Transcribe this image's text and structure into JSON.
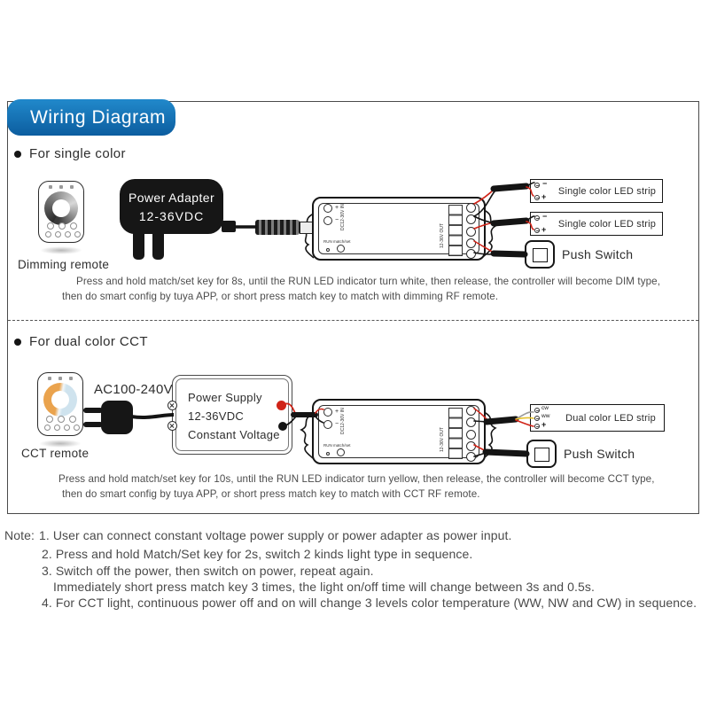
{
  "banner": {
    "title": "Wiring Diagram"
  },
  "single": {
    "heading": "For single color",
    "remote_label": "Dimming remote",
    "adapter": {
      "line1": "Power Adapter",
      "line2": "12-36VDC"
    },
    "strip_label": "Single color LED strip",
    "strip_terminals": {
      "minus": "−",
      "plus": "+"
    },
    "push_label": "Push Switch",
    "desc1": "Press and hold match/set key for 8s, until the RUN LED indicator turn white, then release, the controller will become DIM type,",
    "desc2": "then do smart config by tuya APP, or short press match key to match with dimming RF remote."
  },
  "cct": {
    "heading": "For dual color CCT",
    "remote_label": "CCT remote",
    "ac_label": "AC100-240V",
    "psu": {
      "line1": "Power Supply",
      "line2": "12-36VDC",
      "line3": "Constant Voltage"
    },
    "strip_label": "Dual color LED strip",
    "strip_terminals": {
      "t1": "cw",
      "t2": "ww",
      "t3": "+"
    },
    "push_label": "Push Switch",
    "desc1": "Press and hold match/set key for 10s, until the RUN LED indicator turn yellow, then release, the controller will become CCT type,",
    "desc2": "then do smart config by tuya APP, or short press match key to match with CCT RF remote."
  },
  "controller": {
    "input_label": "DC12-36V IN",
    "output_label": "12-36V OUT",
    "plus": "+",
    "minus": "−",
    "run_match": "RUN  match/set"
  },
  "notes": {
    "prefix": "Note:",
    "items": [
      "1. User can connect constant voltage power supply or power adapter as power input.",
      "2. Press and hold Match/Set key for 2s, switch 2 kinds light type in sequence.",
      "3. Switch off the power, then switch on power, repeat again.",
      "Immediately short press match key 3 times, the light on/off time will change between 3s and 0.5s.",
      "4. For CCT light, continuous power off and on will change 3 levels color temperature (WW, NW and CW) in sequence."
    ]
  },
  "colors": {
    "banner_blue": "#1680c4",
    "wire_red": "#d02418",
    "wire_black": "#141414",
    "wire_yellow": "#e6c22e"
  }
}
